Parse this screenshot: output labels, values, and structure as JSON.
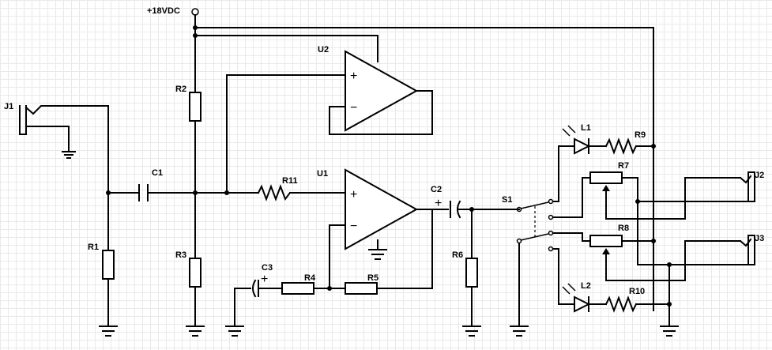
{
  "labels": {
    "supply": "+18VDC",
    "U1": "U1",
    "U2": "U2",
    "J1": "J1",
    "J2": "J2",
    "J3": "J3",
    "C1": "C1",
    "C2": "C2",
    "C3": "C3",
    "R1": "R1",
    "R2": "R2",
    "R3": "R3",
    "R4": "R4",
    "R5": "R5",
    "R6": "R6",
    "R7": "R7",
    "R8": "R8",
    "R9": "R9",
    "R10": "R10",
    "R11": "R11",
    "S1": "S1",
    "L1": "L1",
    "L2": "L2"
  },
  "opamp_inputs": {
    "plus": "+",
    "minus": "−"
  },
  "cap_polarity": "+"
}
